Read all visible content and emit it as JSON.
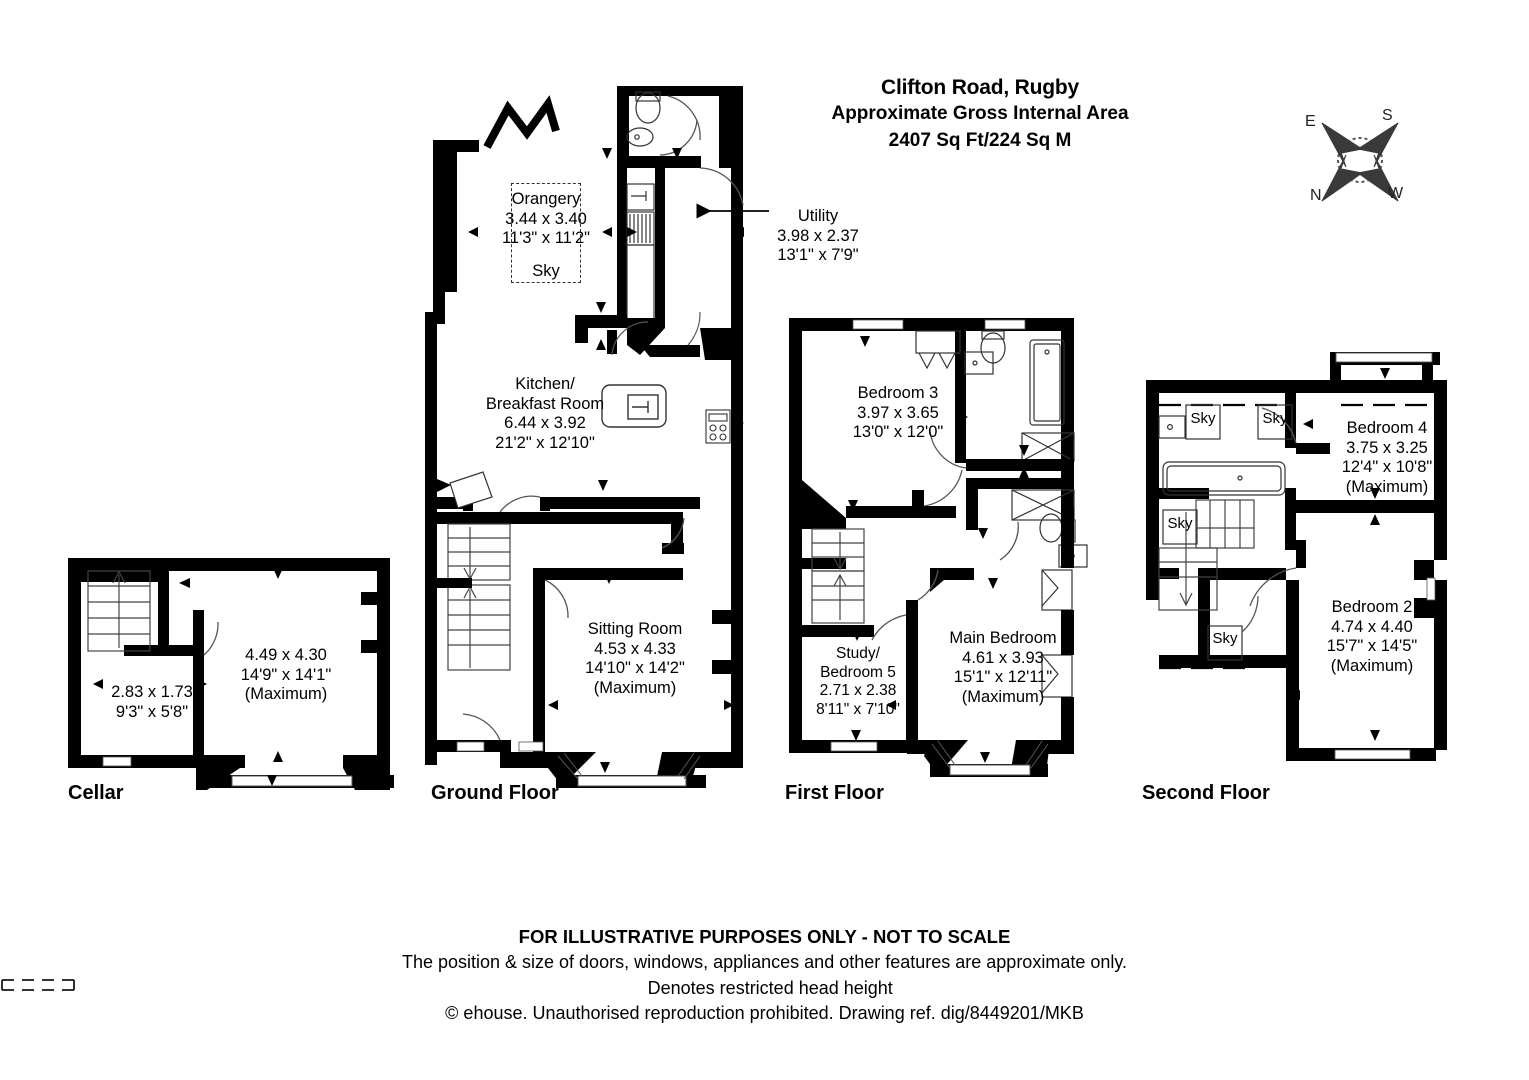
{
  "header": {
    "title": "Clifton Road, Rugby",
    "line2": "Approximate Gross Internal Area",
    "line3": "2407 Sq Ft/224 Sq M"
  },
  "compass": {
    "e": "E",
    "s": "S",
    "n": "N",
    "w": "W"
  },
  "floors": [
    {
      "key": "cellar",
      "label": "Cellar"
    },
    {
      "key": "ground",
      "label": "Ground Floor"
    },
    {
      "key": "first",
      "label": "First Floor"
    },
    {
      "key": "second",
      "label": "Second Floor"
    }
  ],
  "rooms": {
    "cellar_main": {
      "name": "",
      "metric": "4.49 x 4.30",
      "imperial": "14'9\" x 14'1\"",
      "note": "(Maximum)"
    },
    "cellar_small": {
      "name": "",
      "metric": "2.83 x 1.73",
      "imperial": "9'3\" x 5'8\"",
      "note": ""
    },
    "orangery": {
      "name": "Orangery",
      "metric": "3.44 x 3.40",
      "imperial": "11'3\" x 11'2\"",
      "note": "Sky"
    },
    "utility": {
      "name": "Utility",
      "metric": "3.98 x 2.37",
      "imperial": "13'1\" x 7'9\"",
      "note": ""
    },
    "kitchen": {
      "name": "Kitchen/",
      "name2": "Breakfast Room",
      "metric": "6.44 x 3.92",
      "imperial": "21'2\" x 12'10\"",
      "note": ""
    },
    "sitting": {
      "name": "Sitting Room",
      "metric": "4.53 x 4.33",
      "imperial": "14'10\" x 14'2\"",
      "note": "(Maximum)"
    },
    "bedroom3": {
      "name": "Bedroom 3",
      "metric": "3.97 x 3.65",
      "imperial": "13'0\" x 12'0\"",
      "note": ""
    },
    "study5": {
      "name": "Study/",
      "name2": "Bedroom 5",
      "metric": "2.71 x 2.38",
      "imperial": "8'11\" x 7'10\"",
      "note": ""
    },
    "mainbed": {
      "name": "Main Bedroom",
      "metric": "4.61 x 3.93",
      "imperial": "15'1\" x 12'11\"",
      "note": "(Maximum)"
    },
    "bedroom4": {
      "name": "Bedroom 4",
      "metric": "3.75 x 3.25",
      "imperial": "12'4\" x 10'8\"",
      "note": "(Maximum)"
    },
    "bedroom2": {
      "name": "Bedroom 2",
      "metric": "4.74 x 4.40",
      "imperial": "15'7\" x 14'5\"",
      "note": "(Maximum)"
    }
  },
  "sky_labels": {
    "s1": "Sky",
    "s2": "Sky",
    "s3": "Sky",
    "s4": "Sky"
  },
  "footer": {
    "line1": "FOR ILLUSTRATIVE PURPOSES ONLY - NOT TO SCALE",
    "line2": "The position & size of doors, windows, appliances and other features are approximate only.",
    "line3": "Denotes restricted head height",
    "line4": "© ehouse. Unauthorised reproduction prohibited. Drawing ref. dig/8449201/MKB"
  },
  "colors": {
    "wall": "#000000",
    "paper": "#ffffff",
    "thin": "#555555"
  }
}
